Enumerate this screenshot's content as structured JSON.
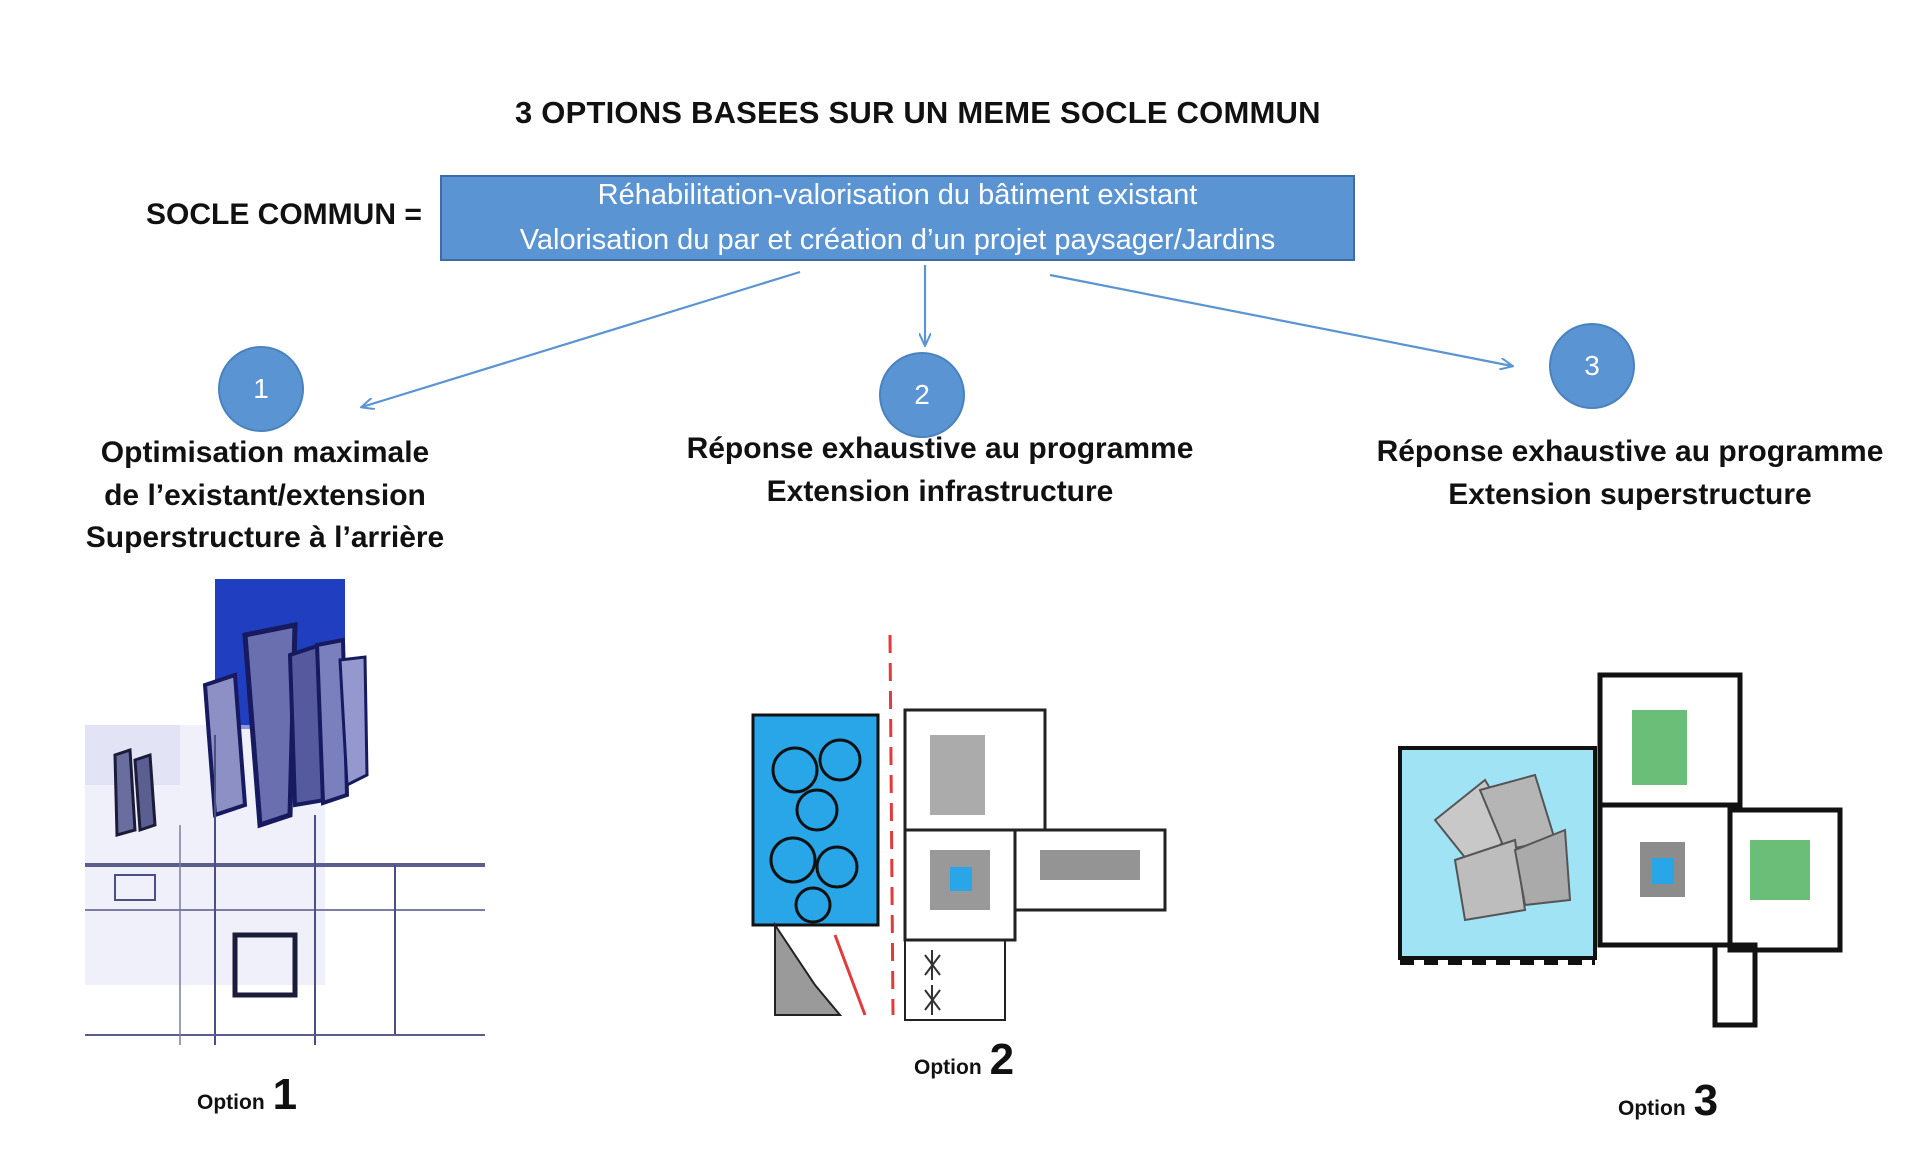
{
  "title": "3 OPTIONS BASEES SUR UN MEME SOCLE COMMUN",
  "socle": {
    "label": "SOCLE COMMUN =",
    "line1": "Réhabilitation-valorisation du bâtiment existant",
    "line2": "Valorisation du par et création d’un projet paysager/Jardins"
  },
  "options": [
    {
      "number": "1",
      "lines": [
        "Optimisation maximale",
        "de l’existant/extension",
        "Superstructure  à l’arrière"
      ],
      "caption_word": "Option",
      "caption_num": "1"
    },
    {
      "number": "2",
      "lines": [
        "Réponse exhaustive au programme",
        "Extension infrastructure"
      ],
      "caption_word": "Option",
      "caption_num": "2"
    },
    {
      "number": "3",
      "lines": [
        "Réponse exhaustive au programme",
        "Extension superstructure"
      ],
      "caption_word": "Option",
      "caption_num": "3"
    }
  ],
  "colors": {
    "box_fill": "#5b94d2",
    "arrow": "#5b94d2",
    "sketch1_blue": "#1f3fc0",
    "sketch2_cyan": "#29a6e8",
    "sketch3_cyan": "#9fe3f5",
    "sketch3_green": "#3aa84a",
    "dashed_red": "#e23b3b"
  }
}
